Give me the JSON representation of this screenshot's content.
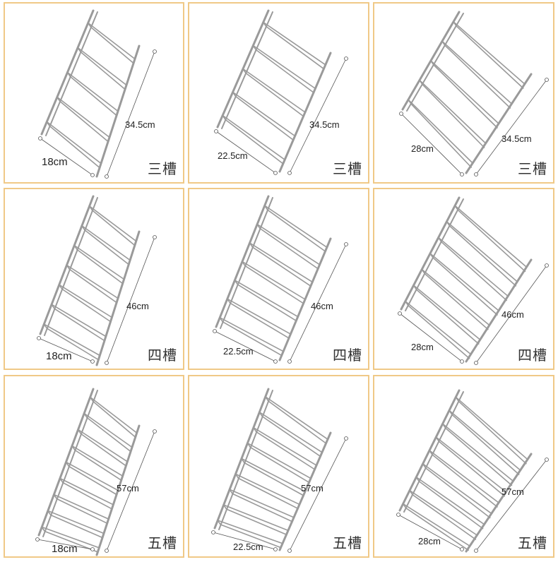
{
  "panels": [
    {
      "width": "18cm",
      "height": "34.5cm",
      "slots": "三槽",
      "shelves": 5
    },
    {
      "width": "22.5cm",
      "height": "34.5cm",
      "slots": "三槽",
      "shelves": 5
    },
    {
      "width": "28cm",
      "height": "34.5cm",
      "slots": "三槽",
      "shelves": 5
    },
    {
      "width": "18cm",
      "height": "46cm",
      "slots": "四槽",
      "shelves": 7
    },
    {
      "width": "22.5cm",
      "height": "46cm",
      "slots": "四槽",
      "shelves": 7
    },
    {
      "width": "28cm",
      "height": "46cm",
      "slots": "四槽",
      "shelves": 7
    },
    {
      "width": "18cm",
      "height": "57cm",
      "slots": "五槽",
      "shelves": 9
    },
    {
      "width": "22.5cm",
      "height": "57cm",
      "slots": "五槽",
      "shelves": 9
    },
    {
      "width": "28cm",
      "height": "57cm",
      "slots": "五槽",
      "shelves": 9
    }
  ],
  "colors": {
    "border": "#f0c987",
    "rack": "#9a9a9a",
    "dim_line": "#555555"
  }
}
